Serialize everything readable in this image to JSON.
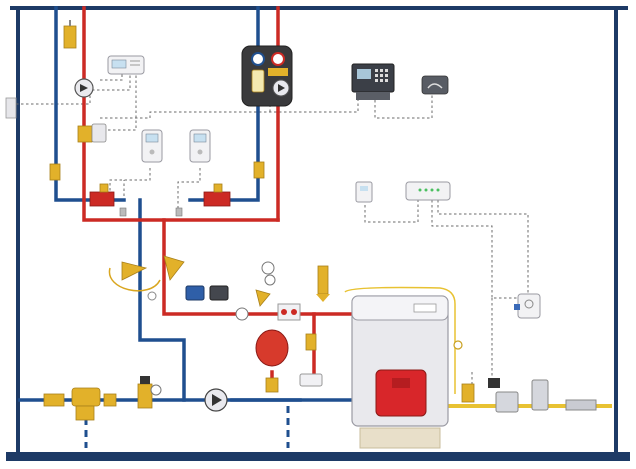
{
  "diagram": {
    "title": "",
    "colors": {
      "supply": "#cc2a24",
      "return": "#1f4f8f",
      "gas": "#e8c232",
      "signal": "#6b6b6b",
      "frame": "#1d3a66",
      "valve_brass": "#e2b12a"
    },
    "components": [
      {
        "name": "boiler",
        "icon": "boiler-icon"
      },
      {
        "name": "burner",
        "icon": "burner-icon"
      },
      {
        "name": "expansion-vessel",
        "icon": "expansion-vessel-icon"
      },
      {
        "name": "circulation-pump",
        "icon": "pump-icon"
      },
      {
        "name": "pump-station",
        "icon": "pump-station-icon"
      },
      {
        "name": "controller",
        "icon": "controller-icon"
      },
      {
        "name": "room-thermostats",
        "icon": "thermostat-icon"
      },
      {
        "name": "heat-meters",
        "icon": "heat-meter-icon"
      },
      {
        "name": "gas-meter",
        "icon": "gas-meter-icon"
      },
      {
        "name": "telecom-modem",
        "icon": "modem-icon"
      },
      {
        "name": "router",
        "icon": "router-icon"
      },
      {
        "name": "safety-valve",
        "icon": "safety-valve-icon"
      },
      {
        "name": "filter-reducer",
        "icon": "filter-icon"
      }
    ]
  }
}
